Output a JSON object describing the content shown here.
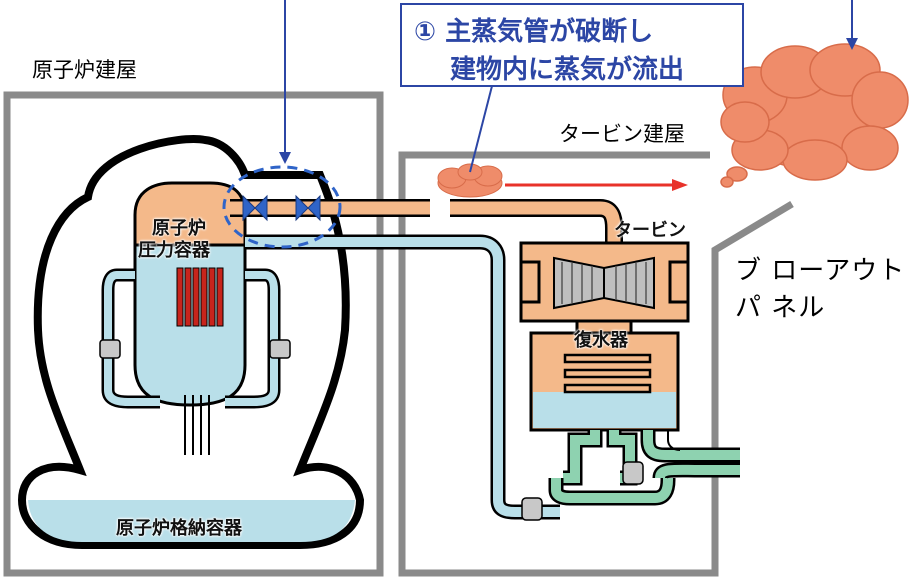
{
  "labels": {
    "reactor_building": "原子炉建屋",
    "turbine_building": "タービン建屋",
    "reactor_pressure_vessel_line1": "原子炉",
    "reactor_pressure_vessel_line2": "圧力容器",
    "turbine": "タービン",
    "condenser": "復水器",
    "primary_containment": "原子炉格納容器",
    "blowout_panel_line1": "ブ ローアウト",
    "blowout_panel_line2": "パ ネル"
  },
  "callout": {
    "line1": "① 主蒸気管が破断し",
    "line2": "建物内に蒸気が流出"
  },
  "colors": {
    "building_wall": "#8a8a8a",
    "steam": "#ef8c6a",
    "steam_pipe": "#f4b98a",
    "water": "#b9dfe9",
    "feedwater_pipe": "#8ed2b0",
    "callout_blue": "#2c46a5",
    "arrow_red": "#e8322a",
    "valve_blue": "#2f64c8"
  }
}
